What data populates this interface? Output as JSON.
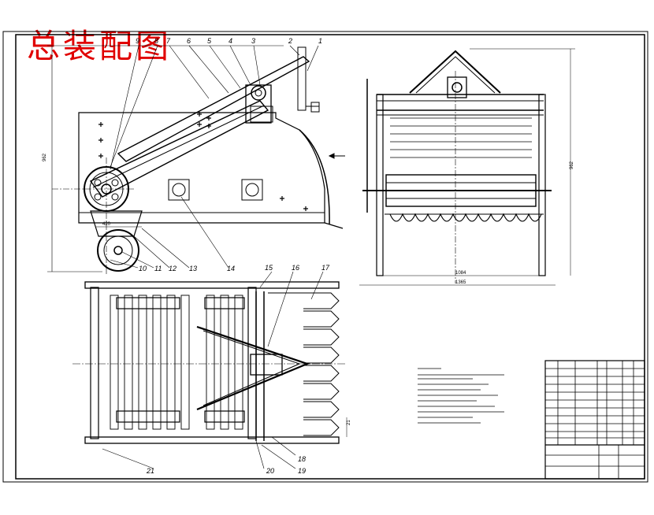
{
  "drawing": {
    "title": "总装配图",
    "part_numbers": [
      "1",
      "2",
      "3",
      "4",
      "5",
      "6",
      "7",
      "8",
      "9",
      "10",
      "11",
      "12",
      "13",
      "14",
      "15",
      "16",
      "17",
      "18",
      "19",
      "20",
      "21"
    ],
    "dimensions": {
      "front_height": "962",
      "front_bottom": "420",
      "side_height": "962",
      "side_width_inner": "1084",
      "side_width_outer": "1365",
      "plan_offset": "21"
    }
  },
  "colors": {
    "title": "#e00000",
    "line": "#000000",
    "background": "#ffffff"
  }
}
